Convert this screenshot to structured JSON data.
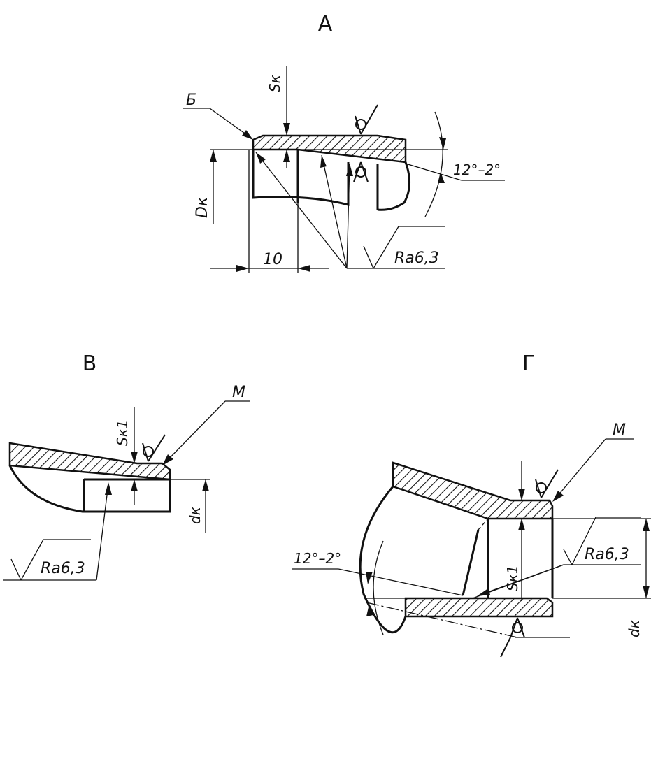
{
  "views": {
    "a": {
      "title": "А",
      "label_b": "Б",
      "label_sk": "Sк",
      "label_dk": "Dк",
      "dim_10": "10",
      "angle": "12°–2°",
      "roughness": "Ra6,3"
    },
    "v": {
      "title": "В",
      "label_sk1": "Sк1",
      "label_m": "M",
      "label_dk": "dк",
      "roughness": "Ra6,3"
    },
    "g": {
      "title": "Г",
      "label_m": "M",
      "label_sk1": "Sк1",
      "label_dk": "dк",
      "angle": "12°–2°",
      "roughness": "Ra6,3"
    }
  }
}
